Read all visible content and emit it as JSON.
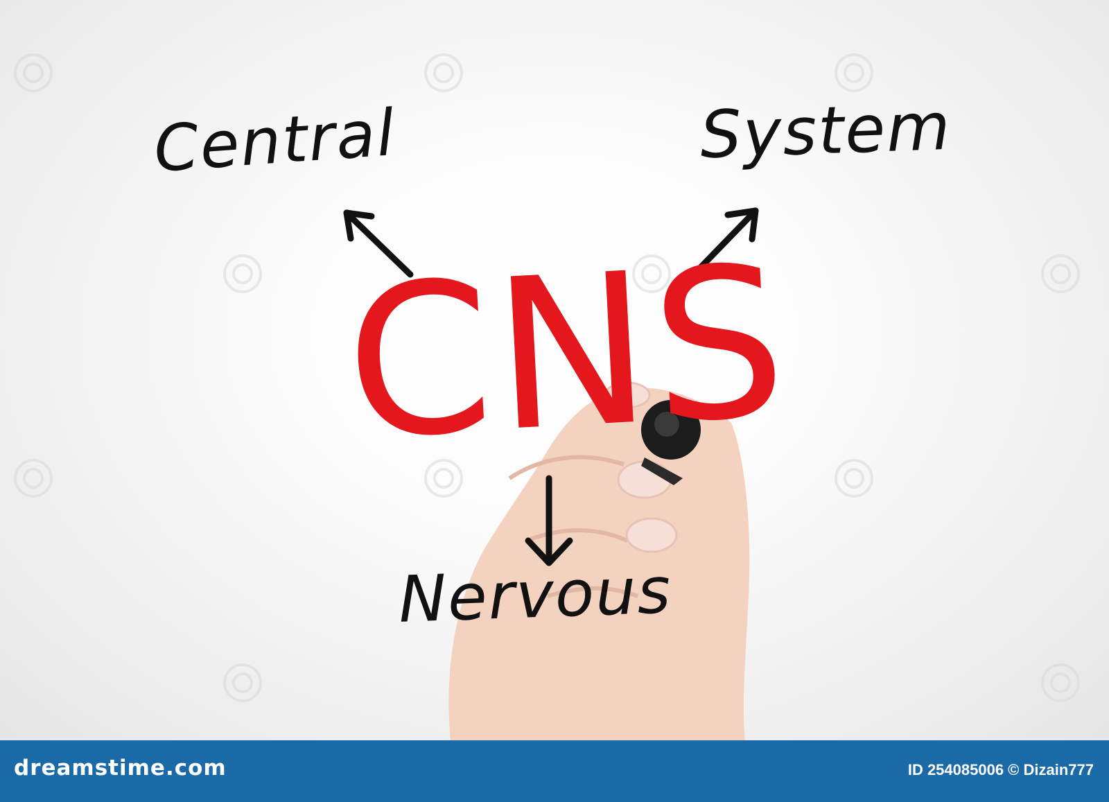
{
  "photo": {
    "words": {
      "top_left": "Central",
      "top_right": "System",
      "bottom": "Nervous"
    },
    "acronym": "CNS",
    "colors": {
      "ink": "#111111",
      "acronym": "#e3171c",
      "marker": "#1c1c1c",
      "skin": "#f3d2bf"
    }
  },
  "watermark": {
    "brand": "dreamstime.com",
    "credit": "ID 254085006 © Dizain777",
    "bar_color": "#1a6aa8"
  }
}
